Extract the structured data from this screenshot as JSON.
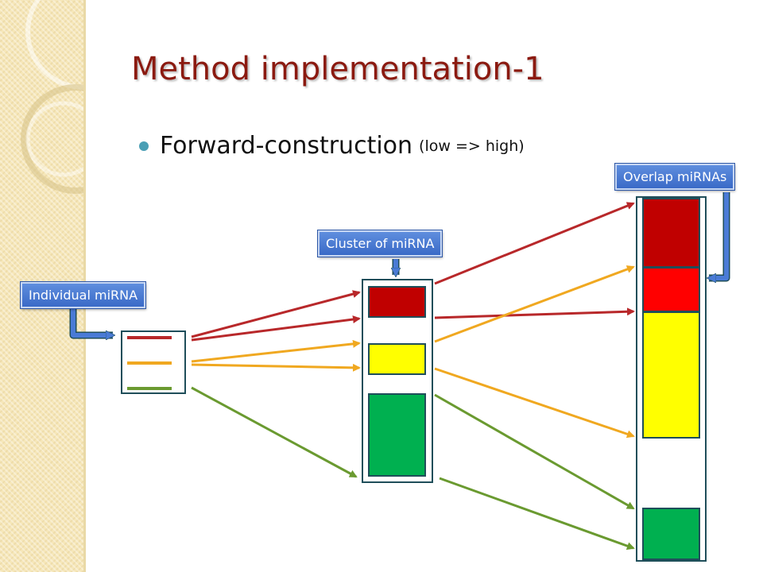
{
  "slide": {
    "title": "Method implementation-1",
    "bullet": {
      "main": "Forward-construction",
      "sub": "(low => high)"
    }
  },
  "labels": {
    "individual": "Individual miRNA",
    "cluster": "Cluster of miRNA",
    "overlap": "Overlap miRNAs"
  },
  "colors": {
    "title": "#8b1a10",
    "bullet": "#4a9fb5",
    "dark_red": "#c00000",
    "red": "#ff0000",
    "yellow": "#ffff00",
    "green": "#00b050",
    "arrow_red": "#b8282a",
    "arrow_yellow": "#f0a820",
    "arrow_green": "#6a9a30",
    "label_blue": "#4a7bd6",
    "box_border": "#1f4e5a"
  },
  "icons": {
    "bullet": "filled-circle-icon",
    "pointer": "bent-arrow-icon"
  }
}
